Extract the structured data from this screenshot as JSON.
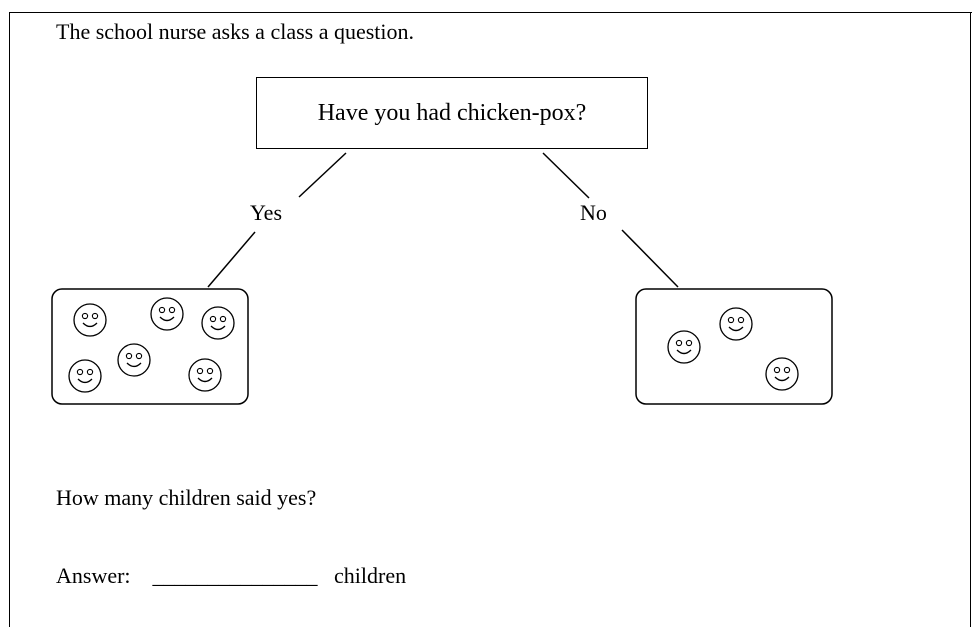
{
  "intro": "The school nurse asks a class a question.",
  "diagram": {
    "question": "Have you had chicken-pox?",
    "yes_label": "Yes",
    "no_label": "No",
    "yes_group_faces": 6,
    "no_group_faces": 3
  },
  "question_text": "How many children said yes?",
  "answer": {
    "label": "Answer:",
    "blank": "_______________",
    "unit": "children"
  }
}
